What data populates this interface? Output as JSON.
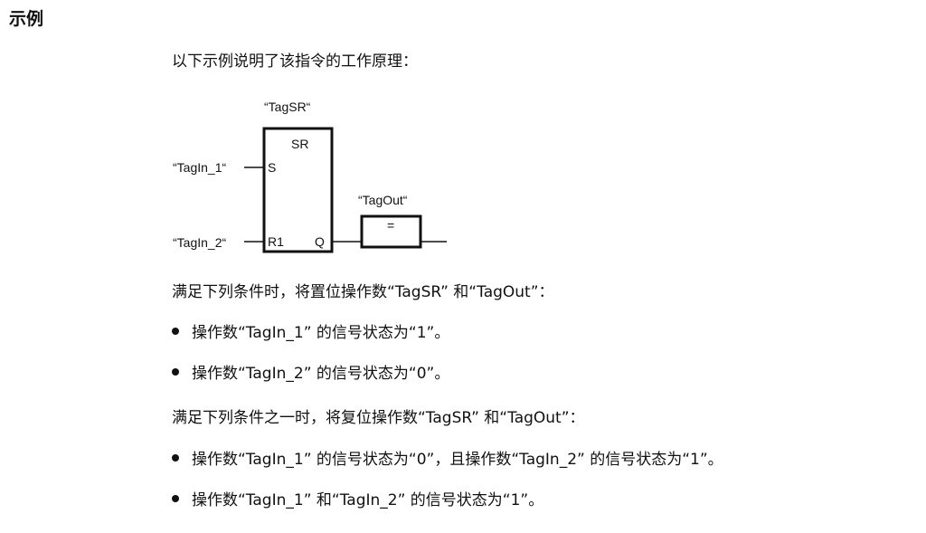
{
  "section": {
    "title": "示例",
    "intro": "以下示例说明了该指令的工作原理："
  },
  "diagram": {
    "instance_tag": "“TagSR“",
    "block_type": "SR",
    "set_pin": "S",
    "reset_pin": "R1",
    "output_pin": "Q",
    "input1_tag": "“TagIn_1“",
    "input2_tag": "“TagIn_2“",
    "coil_tag": "“TagOut“",
    "coil_symbol": "="
  },
  "set_conditions": {
    "text": "满足下列条件时，将置位操作数“TagSR” 和“TagOut”：",
    "items": [
      "操作数“TagIn_1” 的信号状态为“1”。",
      "操作数“TagIn_2” 的信号状态为“0”。"
    ]
  },
  "reset_conditions": {
    "text": "满足下列条件之一时，将复位操作数“TagSR” 和“TagOut”：",
    "items": [
      "操作数“TagIn_1” 的信号状态为“0”，且操作数“TagIn_2” 的信号状态为“1”。",
      "操作数“TagIn_1” 和“TagIn_2” 的信号状态为“1”。"
    ]
  }
}
